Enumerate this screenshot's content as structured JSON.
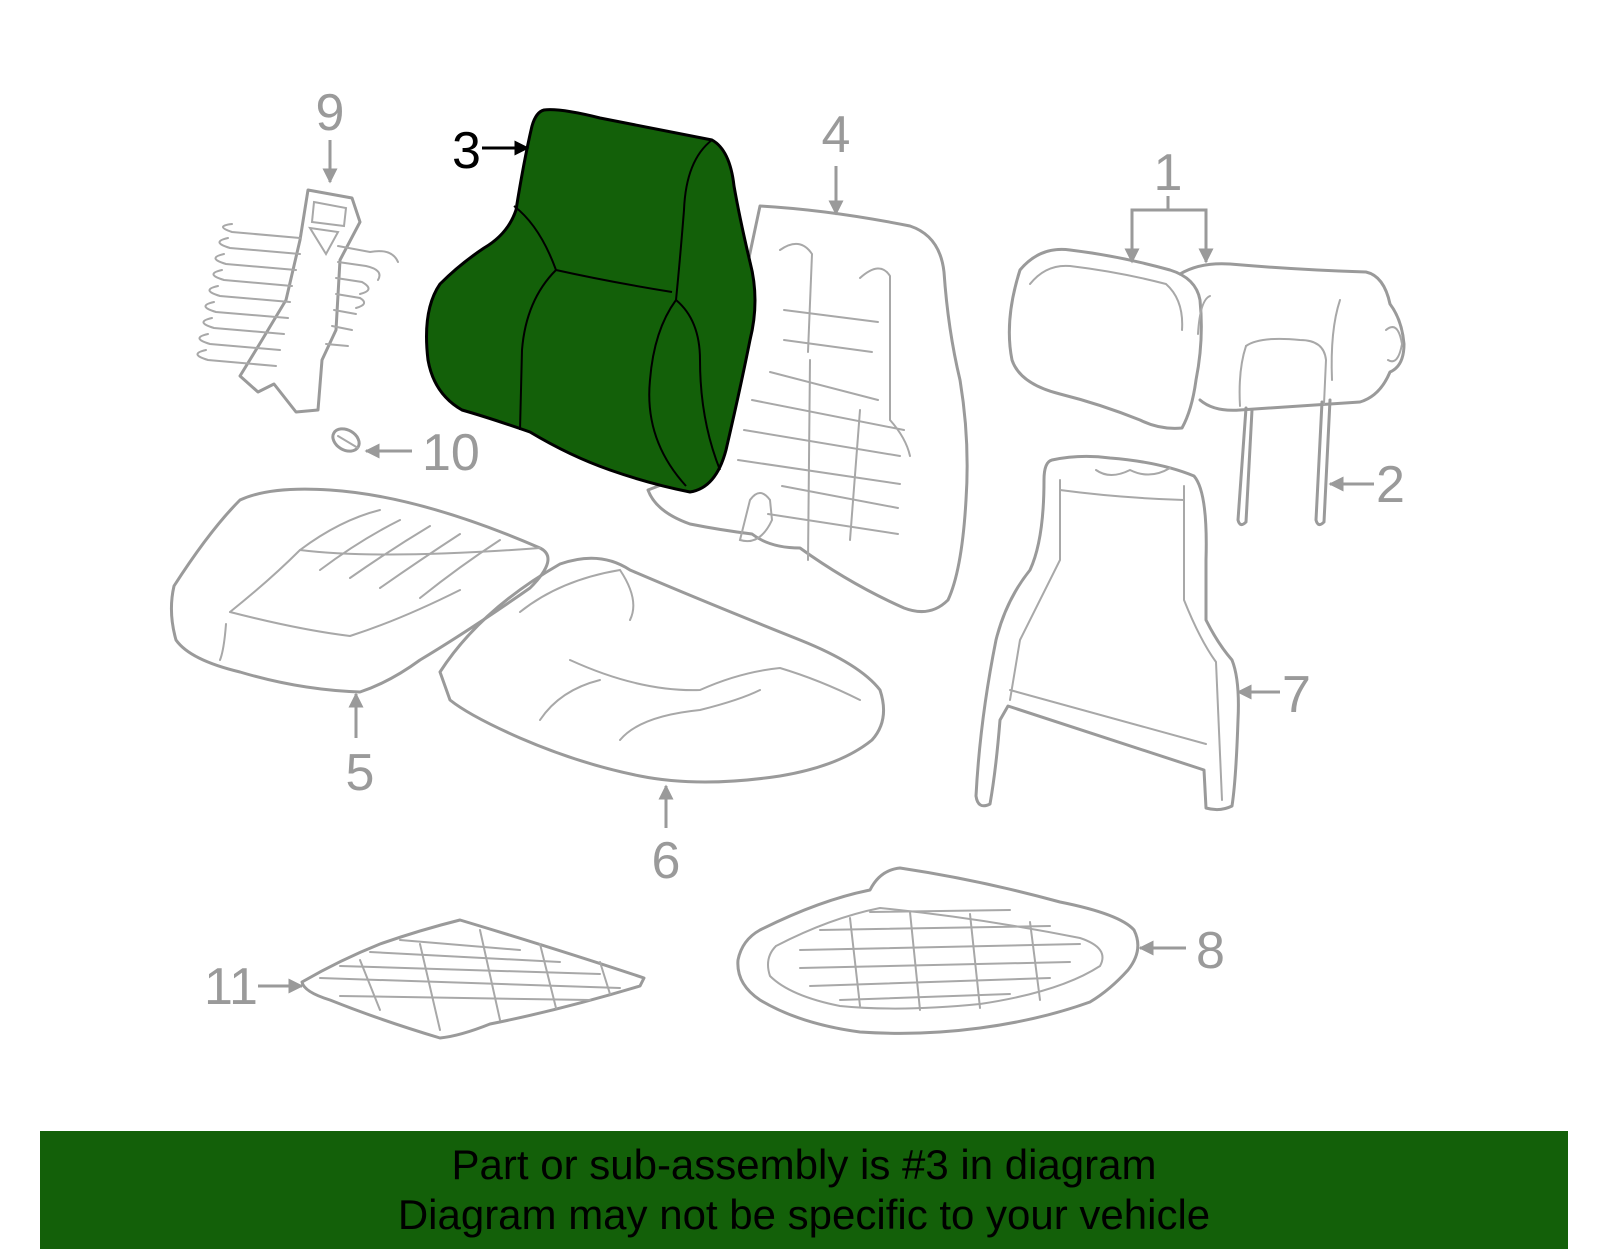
{
  "colors": {
    "highlight": "#136009",
    "line": "#9a9a9a",
    "callout": "#9a9a9a",
    "callout_highlight": "#000000",
    "banner_bg": "#136009",
    "banner_text": "#000000"
  },
  "callouts": {
    "c1": "1",
    "c2": "2",
    "c3": "3",
    "c4": "4",
    "c5": "5",
    "c6": "6",
    "c7": "7",
    "c8": "8",
    "c9": "9",
    "c10": "10",
    "c11": "11"
  },
  "highlighted_part": "3",
  "banner": {
    "line1": "Part or sub-assembly is #3 in diagram",
    "line2": "Diagram may not be specific to your vehicle"
  }
}
